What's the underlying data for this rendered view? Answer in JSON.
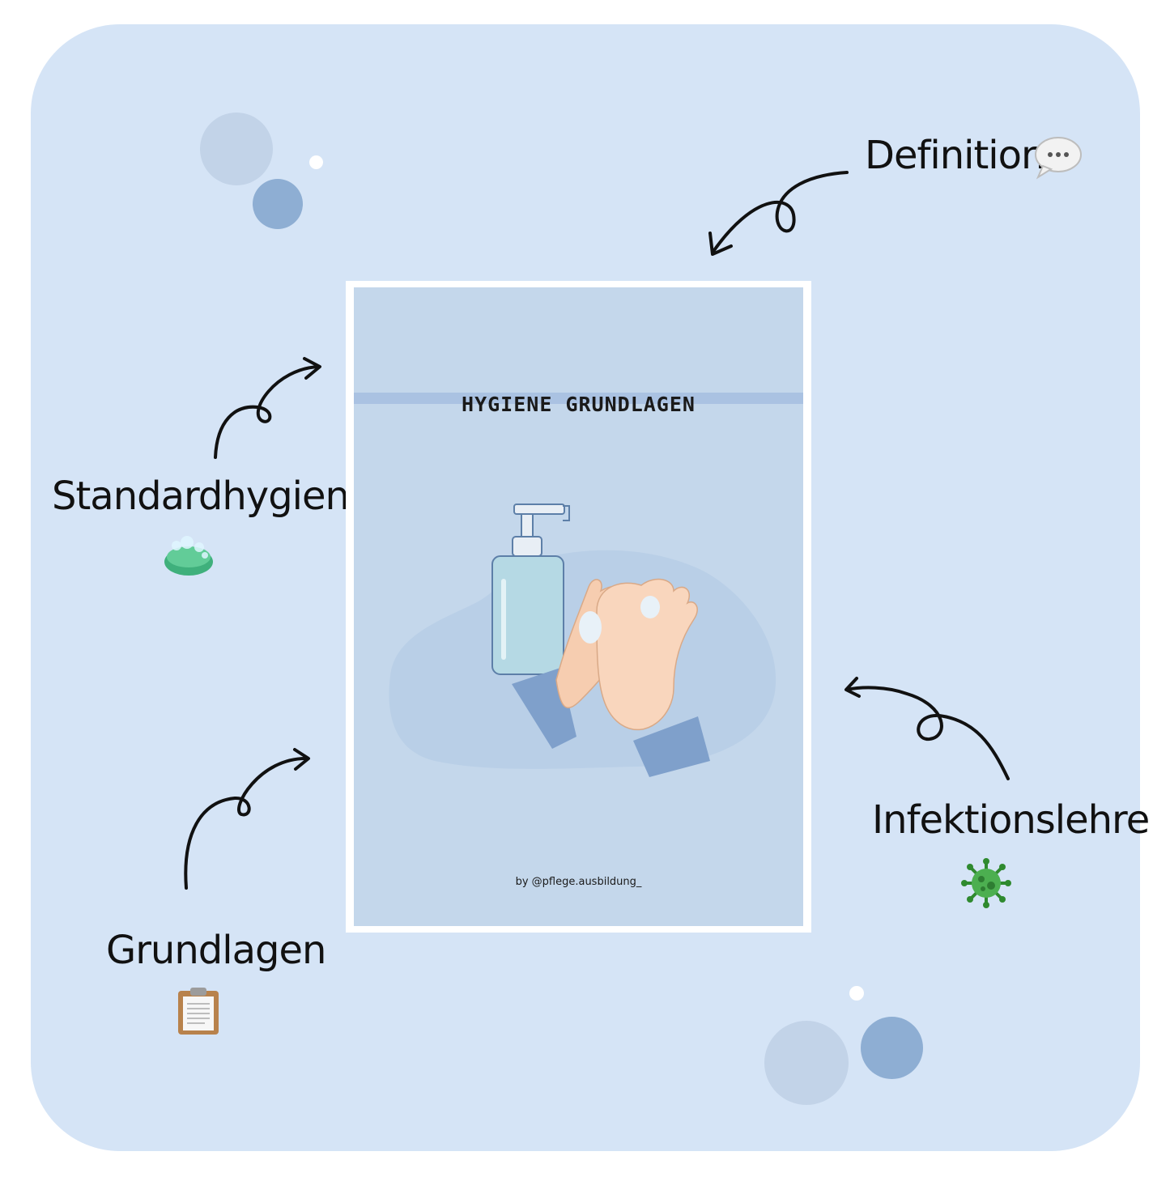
{
  "cover": {
    "title": "HYGIENE GRUNDLAGEN",
    "author": "by  @pflege.ausbildung_"
  },
  "labels": {
    "definition": "Definition",
    "standardhygiene": "Standardhygiene",
    "grundlagen": "Grundlagen",
    "infektionslehre": "Infektionslehre"
  },
  "icons": {
    "definition": "speech-bubble-icon",
    "standardhygiene": "soap-icon",
    "grundlagen": "clipboard-icon",
    "infektionslehre": "virus-icon"
  },
  "colors": {
    "panel": "#d5e4f6",
    "cover": "#c4d7eb",
    "accent": "#8eaed3"
  }
}
